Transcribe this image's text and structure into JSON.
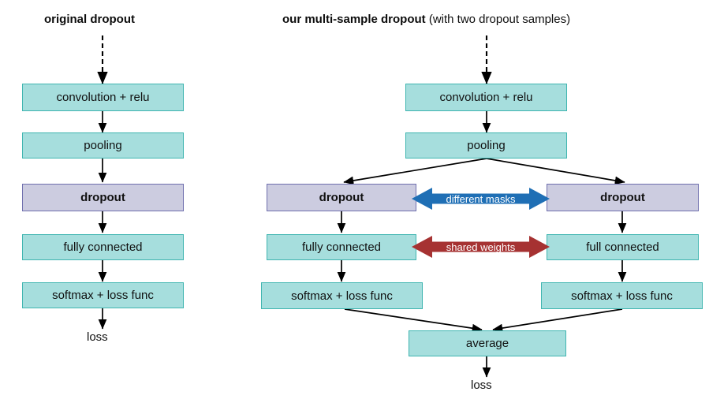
{
  "figure": {
    "domain": "diagram",
    "type": "flowchart",
    "background": "#ffffff",
    "colors": {
      "teal_fill": "#a6dedd",
      "teal_border": "#3fb5b0",
      "purple_fill": "#cccce0",
      "purple_border": "#6f6fae",
      "blue_arrow": "#1f6fb5",
      "red_arrow": "#a63232",
      "edge": "#000000",
      "text": "#101010"
    }
  },
  "left_panel": {
    "title": "original dropout",
    "nodes": [
      {
        "id": "l-conv",
        "label": "convolution + relu",
        "style": "teal"
      },
      {
        "id": "l-pool",
        "label": "pooling",
        "style": "teal"
      },
      {
        "id": "l-dropout",
        "label": "dropout",
        "style": "purple"
      },
      {
        "id": "l-fc",
        "label": "fully connected",
        "style": "teal"
      },
      {
        "id": "l-softmax",
        "label": "softmax + loss func",
        "style": "teal"
      }
    ],
    "terminal_label": "loss"
  },
  "right_panel": {
    "title_bold": "our multi-sample dropout",
    "title_rest": " (with two dropout samples)",
    "nodes": [
      {
        "id": "r-conv",
        "label": "convolution + relu",
        "style": "teal"
      },
      {
        "id": "r-pool",
        "label": "pooling",
        "style": "teal"
      },
      {
        "id": "r-dropout-l",
        "label": "dropout",
        "style": "purple"
      },
      {
        "id": "r-dropout-r",
        "label": "dropout",
        "style": "purple"
      },
      {
        "id": "r-fc-l",
        "label": "fully connected",
        "style": "teal"
      },
      {
        "id": "r-fc-r",
        "label": "full connected",
        "style": "teal"
      },
      {
        "id": "r-softmax-l",
        "label": "softmax + loss func",
        "style": "teal"
      },
      {
        "id": "r-softmax-r",
        "label": "softmax + loss func",
        "style": "teal"
      },
      {
        "id": "r-average",
        "label": "average",
        "style": "teal"
      }
    ],
    "relations": [
      {
        "id": "rel-masks",
        "label": "different masks",
        "color": "#1f6fb5",
        "between": [
          "dropout",
          "dropout"
        ]
      },
      {
        "id": "rel-weights",
        "label": "shared weights",
        "color": "#a63232",
        "between": [
          "fully connected",
          "full connected"
        ]
      }
    ],
    "terminal_label": "loss"
  }
}
